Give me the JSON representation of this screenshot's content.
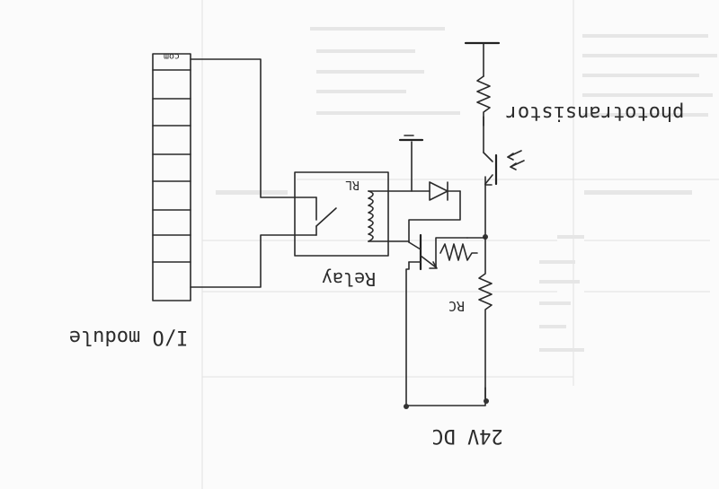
{
  "labels": {
    "com": "com",
    "rl": "RL",
    "rc": "RC",
    "relay": "Relay",
    "io_module": "I/O module",
    "phototransistor": "phototransistor",
    "supply": "24V DC"
  },
  "colors": {
    "ink": "#2a2a2a",
    "paper": "#fbfbfb",
    "bleed_through": "#d4d4d4"
  }
}
